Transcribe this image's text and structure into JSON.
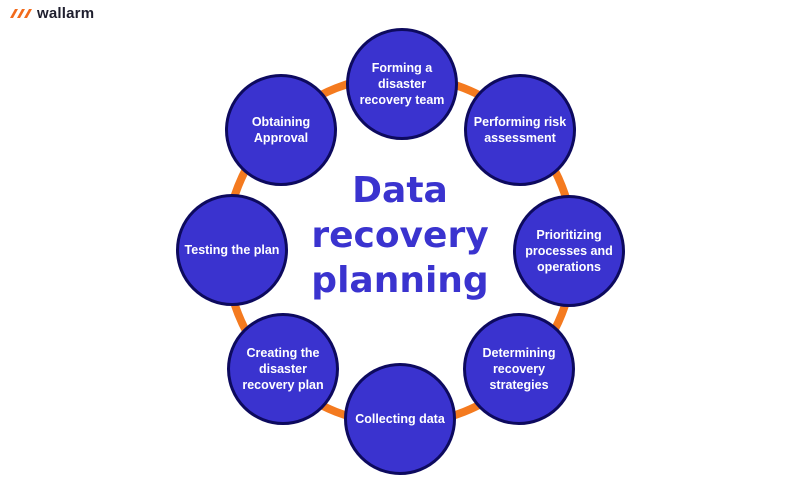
{
  "brand": {
    "name": "wallarm",
    "logo_color": "#f26a1b"
  },
  "diagram": {
    "title_lines": [
      "Data",
      "recovery",
      "planning"
    ],
    "ring_color": "#f47a1f",
    "node_color": "#3a33cf",
    "node_border_color": "#0d0a5e",
    "title_color": "#3a33cf",
    "steps": [
      "Forming a disaster recovery team",
      "Performing risk assessment",
      "Prioritizing processes and operations",
      "Determining recovery strategies",
      "Collecting data",
      "Creating the disaster recovery plan",
      "Testing the plan",
      "Obtaining Approval"
    ]
  }
}
